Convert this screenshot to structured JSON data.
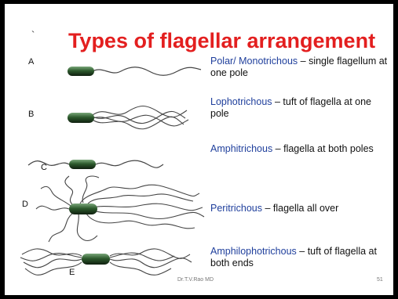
{
  "title": "Types of flagellar arrangement",
  "tick_mark": "`",
  "items": [
    {
      "letter": "A",
      "term": "Polar/ Monotrichous",
      "description": " – single flagellum at one pole"
    },
    {
      "letter": "B",
      "term": "Lophotrichous",
      "description": " – tuft of flagella at one pole"
    },
    {
      "letter": "C",
      "term": "Amphitrichous",
      "description": " – flagella at both poles"
    },
    {
      "letter": "D",
      "term": "Peritrichous",
      "description": " – flagella all over"
    },
    {
      "letter": "E",
      "term": "Amphilophotrichous",
      "description": " – tuft of flagella at both ends"
    }
  ],
  "footer": "Dr.T.V.Rao MD",
  "page_number": "51",
  "colors": {
    "title": "#e31f1f",
    "term": "#1f3f9c",
    "bacterium": "#2d5a2d",
    "flagellum": "#444444"
  }
}
